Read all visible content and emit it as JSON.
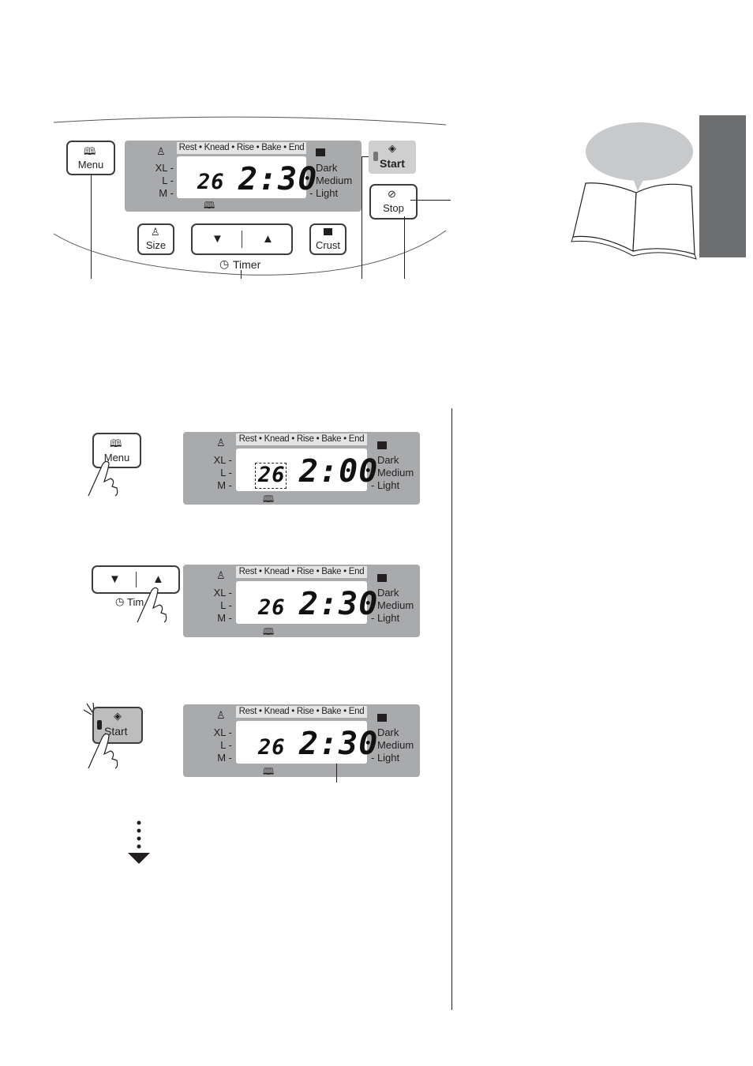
{
  "panel_top": {
    "status_strip": "Rest • Knead • Rise • Bake • End",
    "sizes": [
      "XL -",
      "L -",
      "M -"
    ],
    "crusts": [
      "- Dark",
      "- Medium",
      "- Light"
    ],
    "menu_no": "26",
    "time": "2:30",
    "buttons": {
      "menu": "Menu",
      "size": "Size",
      "crust": "Crust",
      "timer": "Timer",
      "start": "Start",
      "stop": "Stop",
      "down_arrow": "▼",
      "up_arrow": "▲"
    }
  },
  "steps": [
    {
      "button_label": "Menu",
      "status_strip": "Rest • Knead • Rise • Bake • End",
      "sizes": [
        "XL -",
        "L -",
        "M -"
      ],
      "crusts": [
        "- Dark",
        "- Medium",
        "- Light"
      ],
      "menu_no": "26",
      "time": "2:00"
    },
    {
      "button_label": "Tim",
      "status_strip": "Rest • Knead • Rise • Bake • End",
      "sizes": [
        "XL -",
        "L -",
        "M -"
      ],
      "crusts": [
        "- Dark",
        "- Medium",
        "- Light"
      ],
      "menu_no": "26",
      "time": "2:30"
    },
    {
      "button_label": "Start",
      "status_strip": "Rest • Knead • Rise • Bake • End",
      "sizes": [
        "XL -",
        "L -",
        "M -"
      ],
      "crusts": [
        "- Dark",
        "- Medium",
        "- Light"
      ],
      "menu_no": "26",
      "time": "2:30"
    }
  ],
  "colors": {
    "lcd_panel": "#a9aaac",
    "side_tab": "#6d6e70",
    "speech_bubble": "#c8c9cb",
    "start_button": "#cfcfcf"
  }
}
